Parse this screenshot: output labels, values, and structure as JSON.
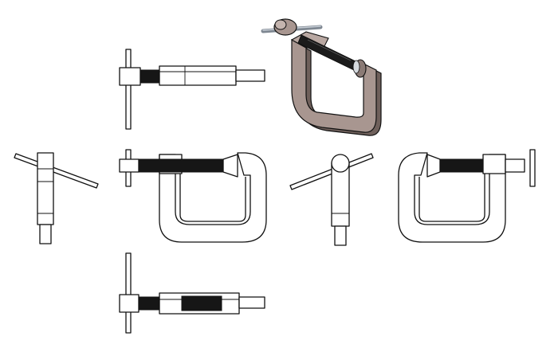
{
  "diagram": {
    "subject": "C-clamp",
    "views": [
      {
        "id": "top",
        "kind": "orthographic"
      },
      {
        "id": "isometric",
        "kind": "shaded-3d"
      },
      {
        "id": "left",
        "kind": "orthographic"
      },
      {
        "id": "front",
        "kind": "orthographic"
      },
      {
        "id": "right",
        "kind": "orthographic"
      },
      {
        "id": "back",
        "kind": "orthographic"
      },
      {
        "id": "bottom",
        "kind": "orthographic"
      }
    ],
    "colors": {
      "background": "#ffffff",
      "line": "#111111",
      "thread": "#161616",
      "iso_body": "#a89690",
      "iso_body_dark": "#6f605b",
      "iso_handle": "#9aa3ad"
    }
  }
}
